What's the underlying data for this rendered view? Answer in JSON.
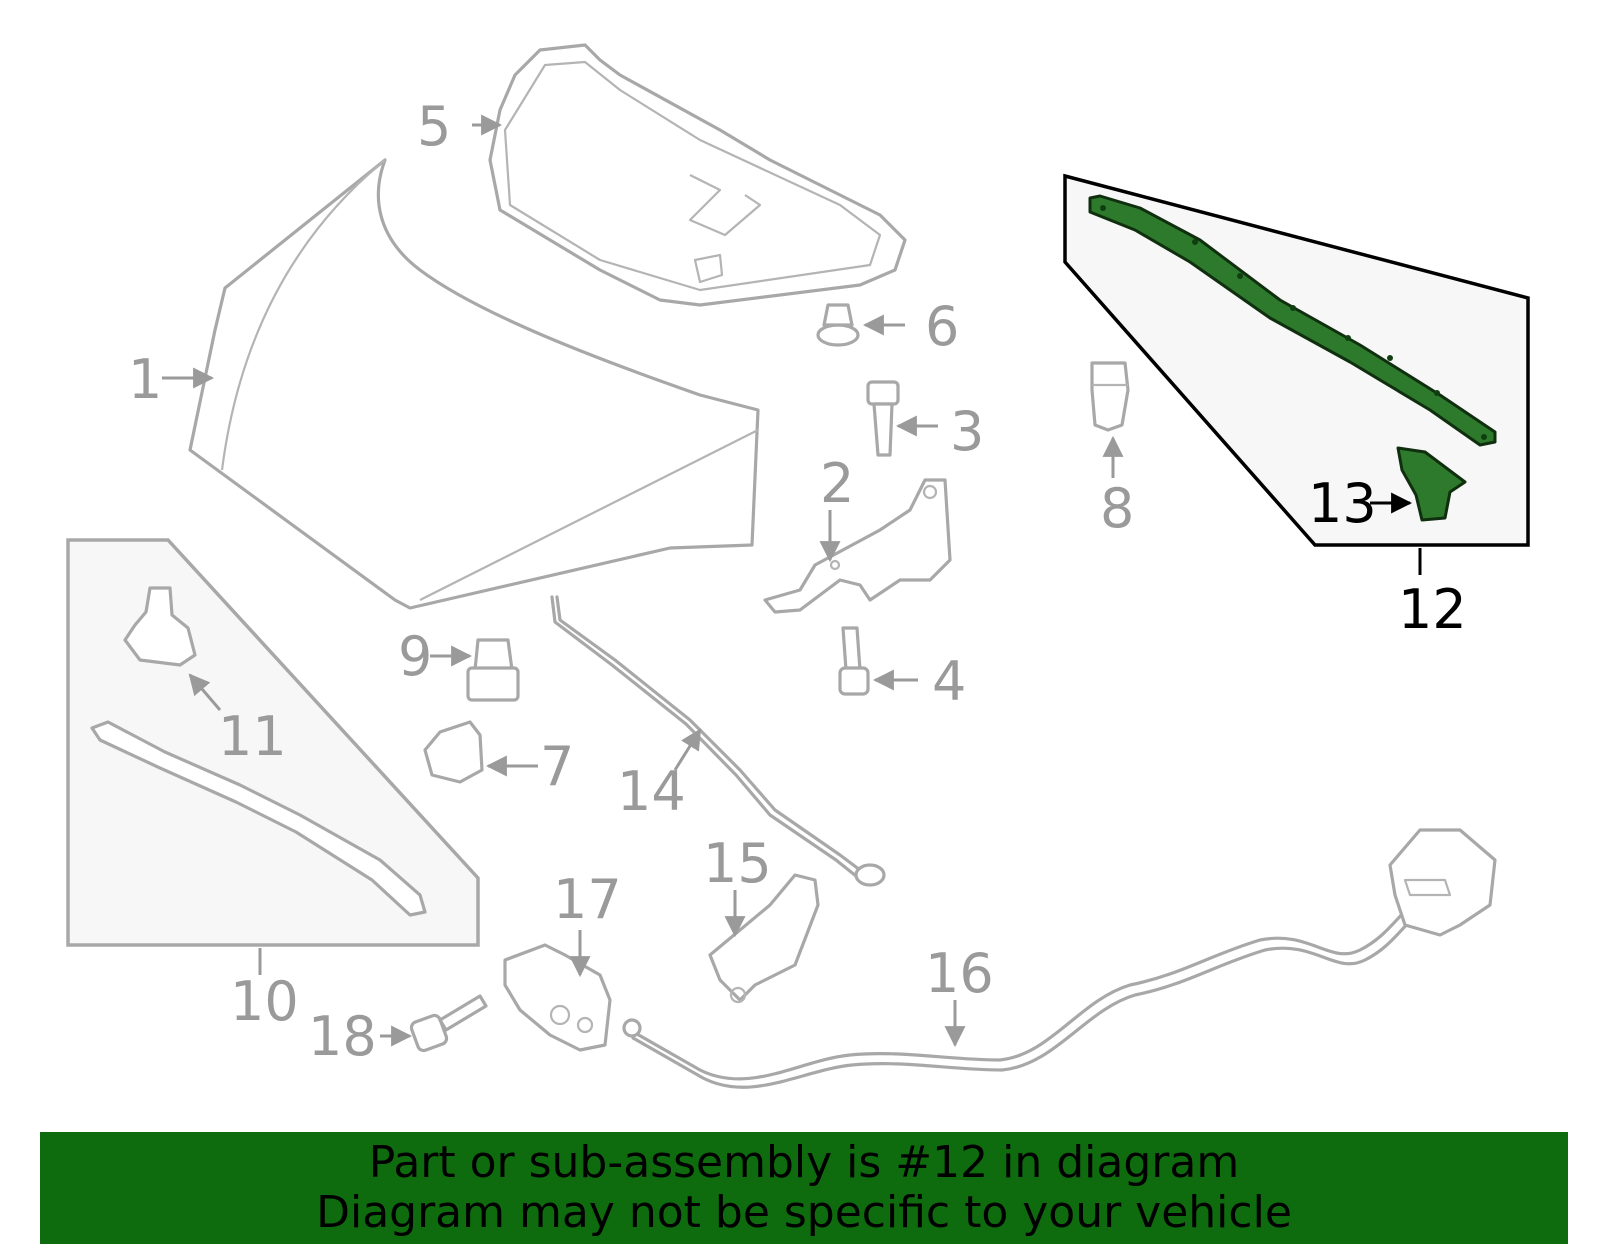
{
  "diagram": {
    "callouts": {
      "c1": "1",
      "c2": "2",
      "c3": "3",
      "c4": "4",
      "c5": "5",
      "c6": "6",
      "c7": "7",
      "c8": "8",
      "c9": "9",
      "c10": "10",
      "c11": "11",
      "c12": "12",
      "c13": "13",
      "c14": "14",
      "c15": "15",
      "c16": "16",
      "c17": "17",
      "c18": "18"
    },
    "highlight_color": "#2d7a2d"
  },
  "banner": {
    "line1": "Part or sub-assembly is #12 in diagram",
    "line2": "Diagram may not be specific to your vehicle",
    "background": "#0e6b0e"
  }
}
